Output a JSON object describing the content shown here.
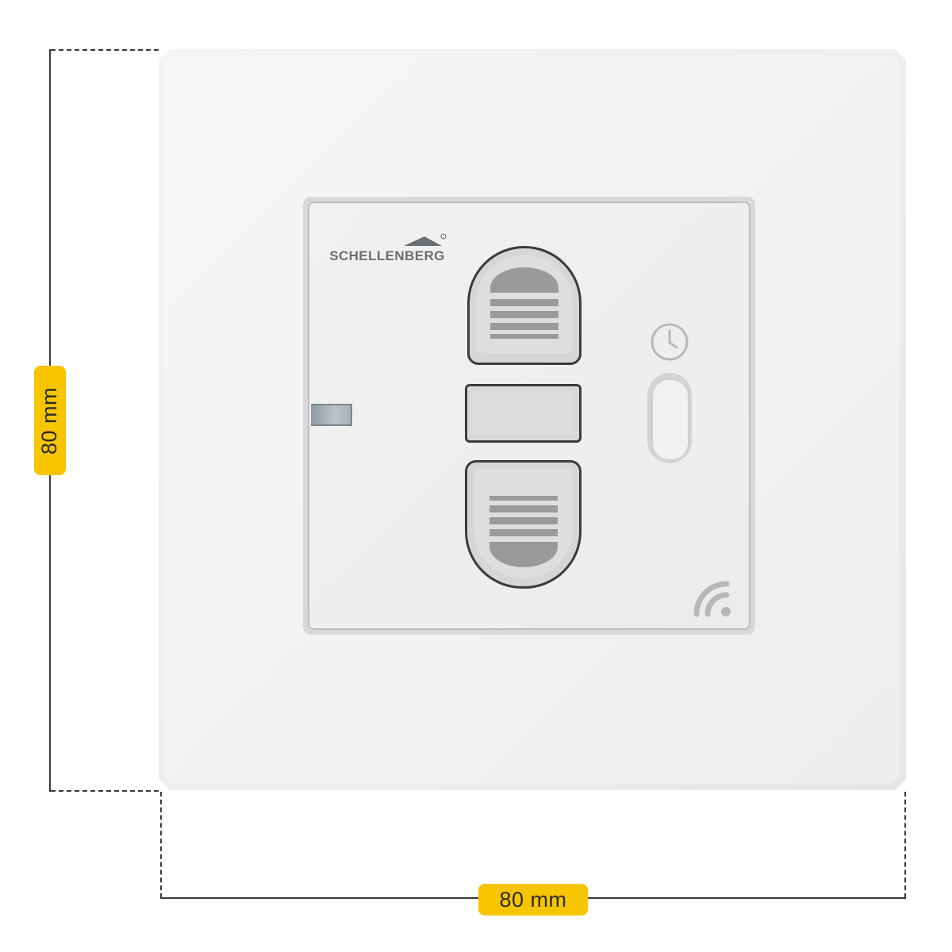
{
  "product": {
    "brand": "SCHELLENBERG",
    "brand_mark": "®"
  },
  "dimensions": {
    "width_label": "80 mm",
    "height_label": "80 mm"
  },
  "colors": {
    "badge": "#f6c500",
    "plate": "#efefef",
    "button_outline": "#3b3b3b",
    "grille": "#9a9a9a",
    "icon": "#b8b8b8"
  },
  "icons": {
    "clock": "clock-icon",
    "wireless": "wireless-signal-icon",
    "roof": "house-roof-logo-icon"
  }
}
